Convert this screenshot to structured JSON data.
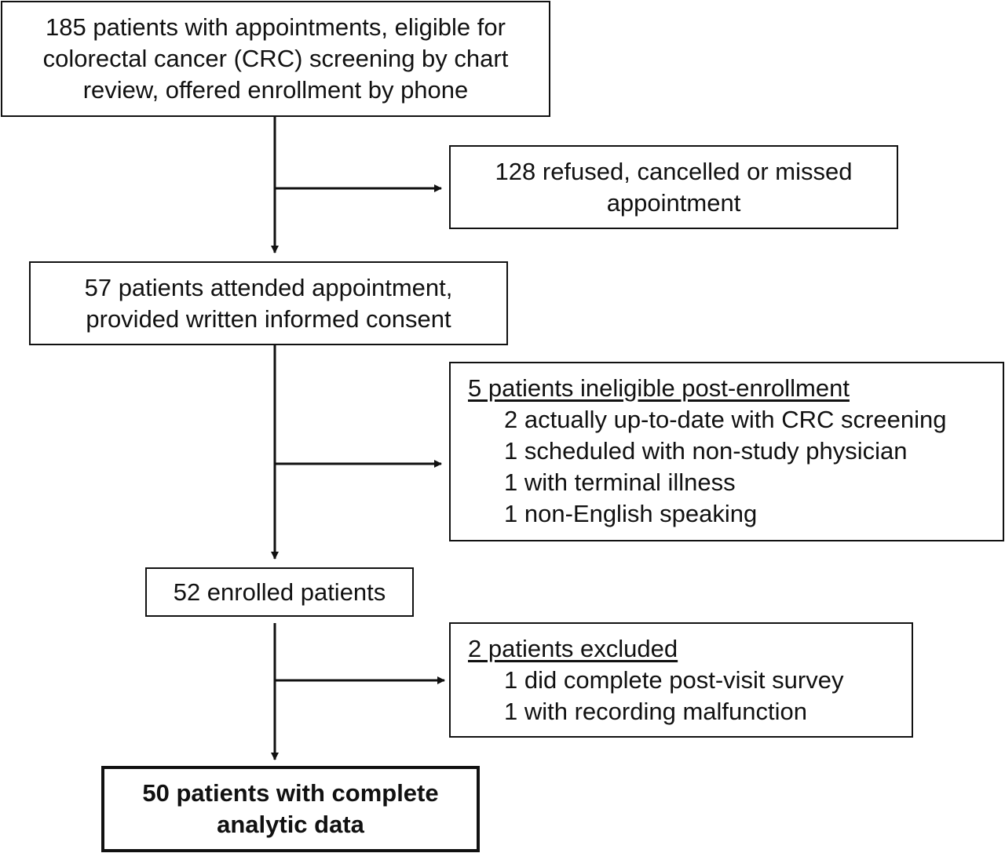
{
  "flowchart": {
    "screening": {
      "lines": [
        "185 patients with appointments, eligible for",
        "colorectal cancer (CRC) screening by chart",
        "review, offered enrollment by phone"
      ]
    },
    "refused": {
      "lines": [
        "128 refused, cancelled or missed",
        "appointment"
      ]
    },
    "attended": {
      "lines": [
        "57 patients attended appointment,",
        "provided written informed consent"
      ]
    },
    "ineligible": {
      "heading": "5 patients ineligible post-enrollment",
      "items": [
        "2 actually up-to-date with CRC screening",
        "1 scheduled with non-study physician",
        "1 with terminal illness",
        "1 non-English speaking"
      ]
    },
    "enrolled": {
      "lines": [
        "52 enrolled patients"
      ]
    },
    "excluded": {
      "heading": "2 patients excluded",
      "items": [
        "1 did complete post-visit survey",
        "1 with recording malfunction"
      ]
    },
    "final": {
      "lines": [
        "50 patients with complete",
        "analytic data"
      ]
    }
  },
  "colors": {
    "stroke": "#111111",
    "background": "#ffffff"
  }
}
